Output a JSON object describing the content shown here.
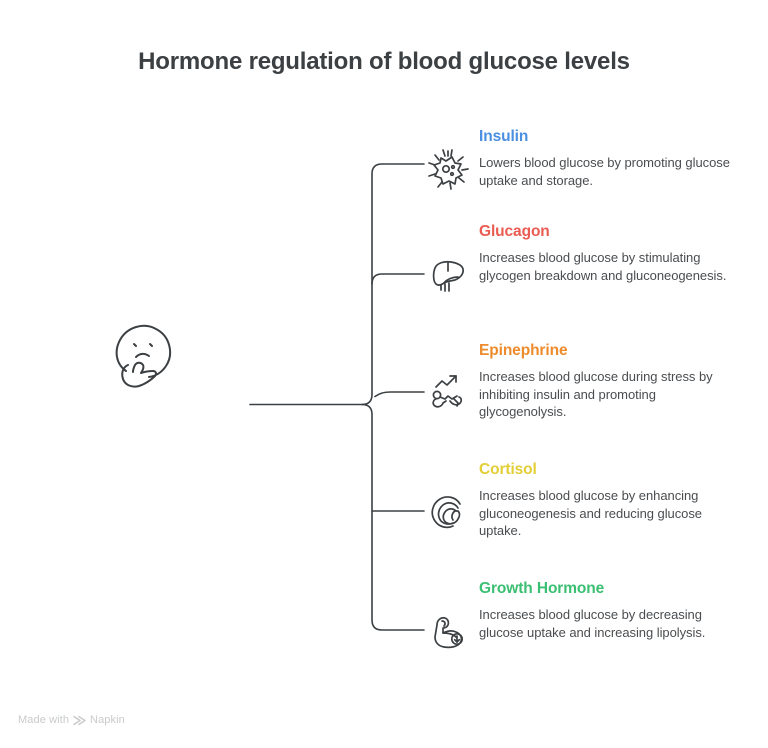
{
  "title": "Hormone regulation of blood glucose levels",
  "root": {
    "icon": "thinking-face-icon"
  },
  "branches": [
    {
      "id": "insulin",
      "icon": "pancreatic-cell-icon",
      "heading": "Insulin",
      "color": "#4a8fe0",
      "description": "Lowers blood glucose by promoting glucose uptake and storage."
    },
    {
      "id": "glucagon",
      "icon": "liver-icon",
      "heading": "Glucagon",
      "color": "#ea5b52",
      "description": "Increases blood glucose by stimulating glycogen breakdown and gluconeogenesis."
    },
    {
      "id": "epinephrine",
      "icon": "running-person-trending-arrow-icon",
      "heading": "Epinephrine",
      "color": "#ee8b2c",
      "description": "Increases blood glucose during stress by inhibiting insulin and promoting glycogenolysis."
    },
    {
      "id": "cortisol",
      "icon": "spiral-swirl-icon",
      "heading": "Cortisol",
      "color": "#e3ce35",
      "description": "Increases blood glucose by enhancing gluconeogenesis and reducing glucose uptake."
    },
    {
      "id": "growth-hormone",
      "icon": "flexed-bicep-arrow-icon",
      "heading": "Growth Hormone",
      "color": "#3bbf72",
      "description": "Increases blood glucose by decreasing glucose uptake and increasing lipolysis."
    }
  ],
  "watermark": {
    "prefix": "Made with",
    "brand": "Napkin",
    "logo_icon": "napkin-chevrons-icon"
  },
  "theme": {
    "background": "#ffffff",
    "title_color": "#3c4043",
    "body_text_color": "#4a4d50",
    "line_color": "#3c4043",
    "watermark_color": "#c8cacc"
  }
}
